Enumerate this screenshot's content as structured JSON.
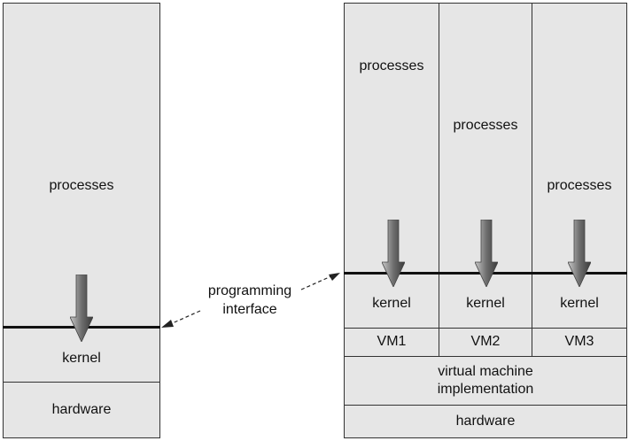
{
  "left_stack": {
    "processes": "processes",
    "kernel": "kernel",
    "hardware": "hardware"
  },
  "interface": {
    "line1": "programming",
    "line2": "interface"
  },
  "right_stack": {
    "columns": [
      {
        "processes": "processes",
        "kernel": "kernel",
        "vm": "VM1"
      },
      {
        "processes": "processes",
        "kernel": "kernel",
        "vm": "VM2"
      },
      {
        "processes": "processes",
        "kernel": "kernel",
        "vm": "VM3"
      }
    ],
    "vm_impl_line1": "virtual machine",
    "vm_impl_line2": "implementation",
    "hardware": "hardware"
  }
}
